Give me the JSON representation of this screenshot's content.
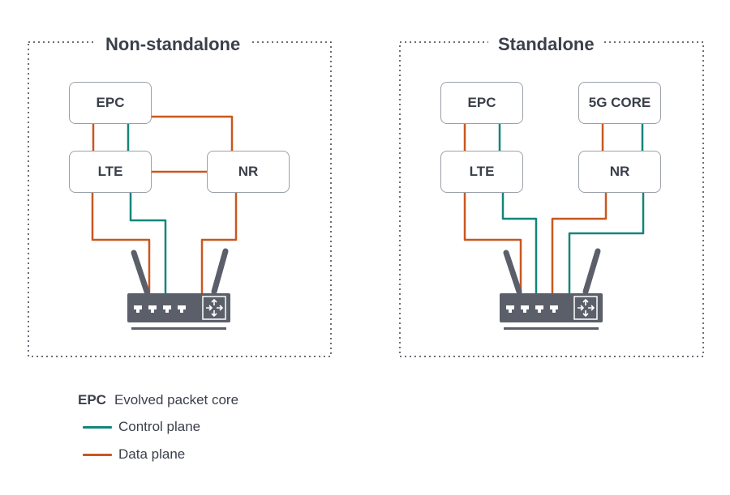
{
  "panels": {
    "nsa": {
      "title": "Non-standalone",
      "nodes": {
        "epc": "EPC",
        "lte": "LTE",
        "nr": "NR"
      }
    },
    "sa": {
      "title": "Standalone",
      "nodes": {
        "epc": "EPC",
        "core": "5G CORE",
        "lte": "LTE",
        "nr": "NR"
      }
    }
  },
  "legend": {
    "abbr": "EPC",
    "abbr_text": "Evolved packet core",
    "control_label": "Control plane",
    "data_label": "Data plane"
  },
  "colors": {
    "control": "#13857a",
    "data": "#c9571f",
    "frame": "#3a3f4a",
    "router": "#5a5f69"
  },
  "icons": {
    "router": "router-icon",
    "antenna": "antenna-icon",
    "port": "ethernet-port-icon"
  }
}
